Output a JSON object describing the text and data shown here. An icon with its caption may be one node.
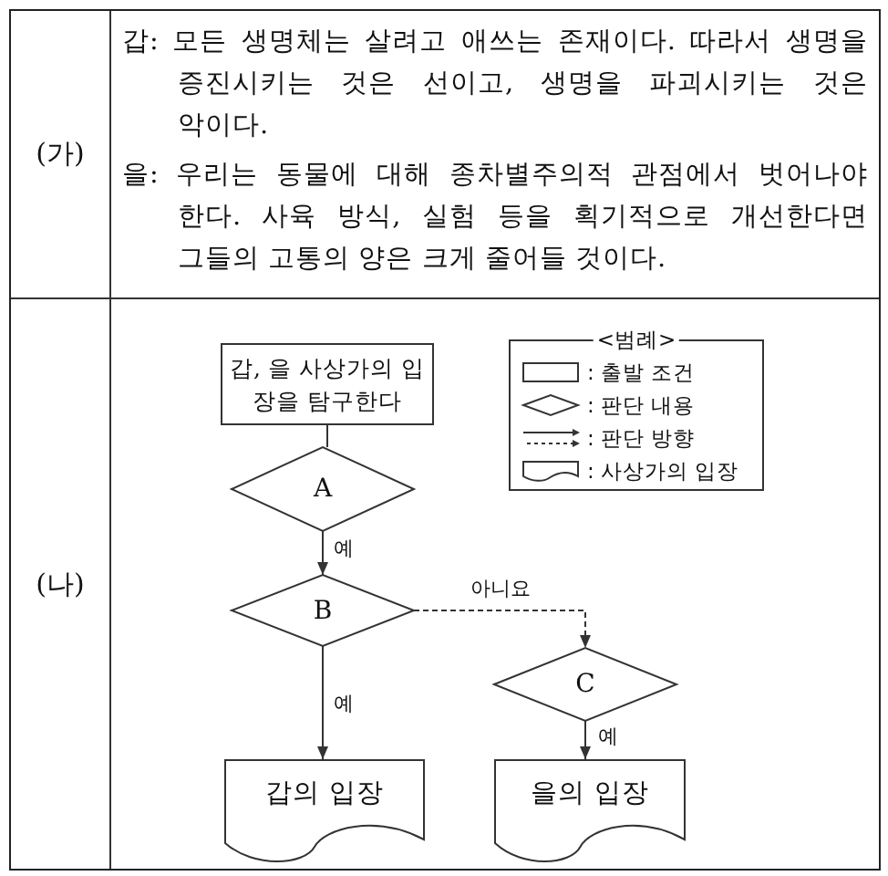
{
  "diagram": {
    "nodes": [
      {
        "text": [
          "갑, 을 사상가의 입장을 탐구한다"
        ]
      },
      {
        "text": [
          "A"
        ]
      },
      {
        "text": [
          "B"
        ]
      },
      {
        "text": [
          "C"
        ]
      },
      {
        "text": [
          "갑의 입장"
        ]
      },
      {
        "text": [
          "을의 입장"
        ]
      }
    ],
    "edges": [
      {
        "from": 0,
        "to": 1,
        "arrow": "none"
      },
      {
        "from": 1,
        "to": 2,
        "arrow": "to",
        "label": "예"
      },
      {
        "from": 2,
        "to": 4,
        "arrow": "to",
        "label": "예"
      },
      {
        "from": 2,
        "to": 3,
        "arrow": "to",
        "label": "아니요",
        "style": "dashed"
      },
      {
        "from": 3,
        "to": 5,
        "arrow": "to",
        "label": "예"
      }
    ],
    "labels": [
      "(가)",
      "갑: 모든 생명체는 살려고 애쓰는 존재이다. 따라서 생명을 증진시키는 것은 선이고, 생명을 파괴시키는 것은 악이다.",
      "을: 우리는 동물에 대해 종차별주의적 관점에서 벗어나야 한다. 사육 방식, 실험 등을 획기적으로 개선한다면 그들의 고통의 양은 크게 줄어들 것이다.",
      "(나)",
      "<범례>"
    ],
    "legend": [
      {
        "text": ": 출발 조건"
      },
      {
        "text": ": 판단 내용"
      },
      {
        "text": ": 판단 방향"
      },
      {
        "text": ": 사상가의 입장"
      }
    ]
  }
}
